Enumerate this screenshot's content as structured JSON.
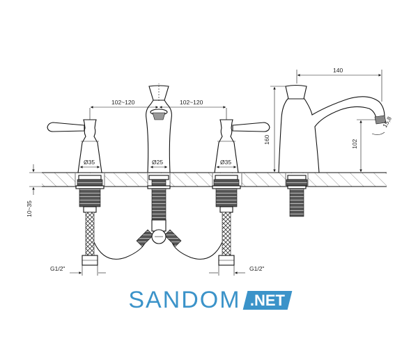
{
  "dimensions": {
    "spacing_left": "102~120",
    "spacing_right": "102~120",
    "reach": "140",
    "height_total": "160",
    "height_spout": "102",
    "angle": "15,8",
    "diam_left": "Ø35",
    "diam_center": "Ø25",
    "diam_right": "Ø35",
    "mount_depth": "10~35",
    "thread_left": "G1/2\"",
    "thread_right": "G1/2\""
  },
  "logo": {
    "main": "SANDOM",
    "badge": ".NET",
    "color": "#3b93c9"
  }
}
